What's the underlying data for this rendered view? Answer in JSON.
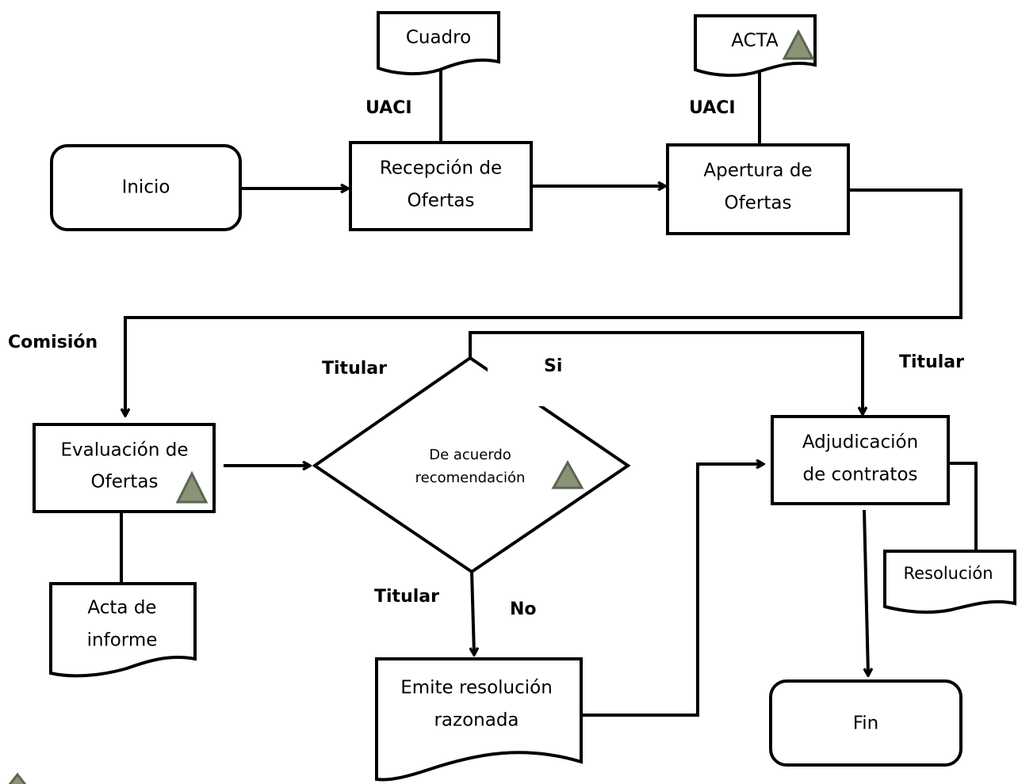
{
  "colors": {
    "stroke": "#000000",
    "fill": "#ffffff",
    "warning_triangle_fill": "#8a9376",
    "warning_triangle_stroke": "#5b6650"
  },
  "nodes": {
    "inicio": "Inicio",
    "recepcion_line1": "Recepción de",
    "recepcion_line2": "Ofertas",
    "apertura_line1": "Apertura de",
    "apertura_line2": "Ofertas",
    "evaluacion_line1": "Evaluación de",
    "evaluacion_line2": "Ofertas",
    "decision_line1": "De acuerdo",
    "decision_line2": "recomendación",
    "adjudicacion_line1": "Adjudicación",
    "adjudicacion_line2": "de contratos",
    "emite_line1": "Emite resolución",
    "emite_line2": "razonada",
    "fin": "Fin"
  },
  "documents": {
    "cuadro": "Cuadro",
    "acta": "ACTA",
    "acta_informe_line1": "Acta de",
    "acta_informe_line2": "informe",
    "resolucion": "Resolución"
  },
  "roles": {
    "uaci_1": "UACI",
    "uaci_2": "UACI",
    "comision": "Comisión",
    "titular_decision": "Titular",
    "titular_adjudicacion": "Titular",
    "titular_emite": "Titular"
  },
  "branches": {
    "yes": "Si",
    "no": "No"
  },
  "icons": [
    "warning-triangle-icon"
  ]
}
